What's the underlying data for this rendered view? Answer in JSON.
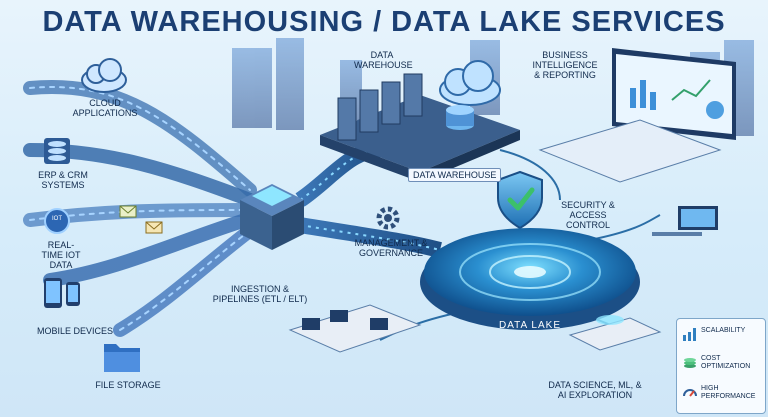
{
  "title": "DATA WAREHOUSING / DATA LAKE SERVICES",
  "sources": {
    "cloud": "CLOUD APPLICATIONS",
    "erp": "ERP & CRM SYSTEMS",
    "iot": "REAL-TIME IOT DATA",
    "mobile": "MOBILE DEVICES",
    "file": "FILE STORAGE"
  },
  "components": {
    "warehouse_top": "DATA WAREHOUSE",
    "warehouse_platform": "DATA WAREHOUSE",
    "bi": "BUSINESS INTELLIGENCE & REPORTING",
    "security": "SECURITY & ACCESS CONTROL",
    "management": "MANAGEMENT & GOVERNANCE",
    "ingestion": "INGESTION & PIPELINES (ETL / ELT)",
    "lake": "DATA LAKE",
    "science": "DATA SCIENCE, ML, & AI EXPLORATION",
    "iot_badge": "IOT"
  },
  "benefits": [
    {
      "label": "SCALABILITY",
      "icon": "scalability-icon"
    },
    {
      "label": "COST OPTIMIZATION",
      "icon": "cost-icon"
    },
    {
      "label": "HIGH PERFORMANCE",
      "icon": "gauge-icon"
    }
  ],
  "colors": {
    "title": "#1b3f73",
    "lake": "#1e7fc0",
    "shield": "#2f9ad6",
    "check": "#3cc06a",
    "pipeline": "#2b6ea6"
  }
}
